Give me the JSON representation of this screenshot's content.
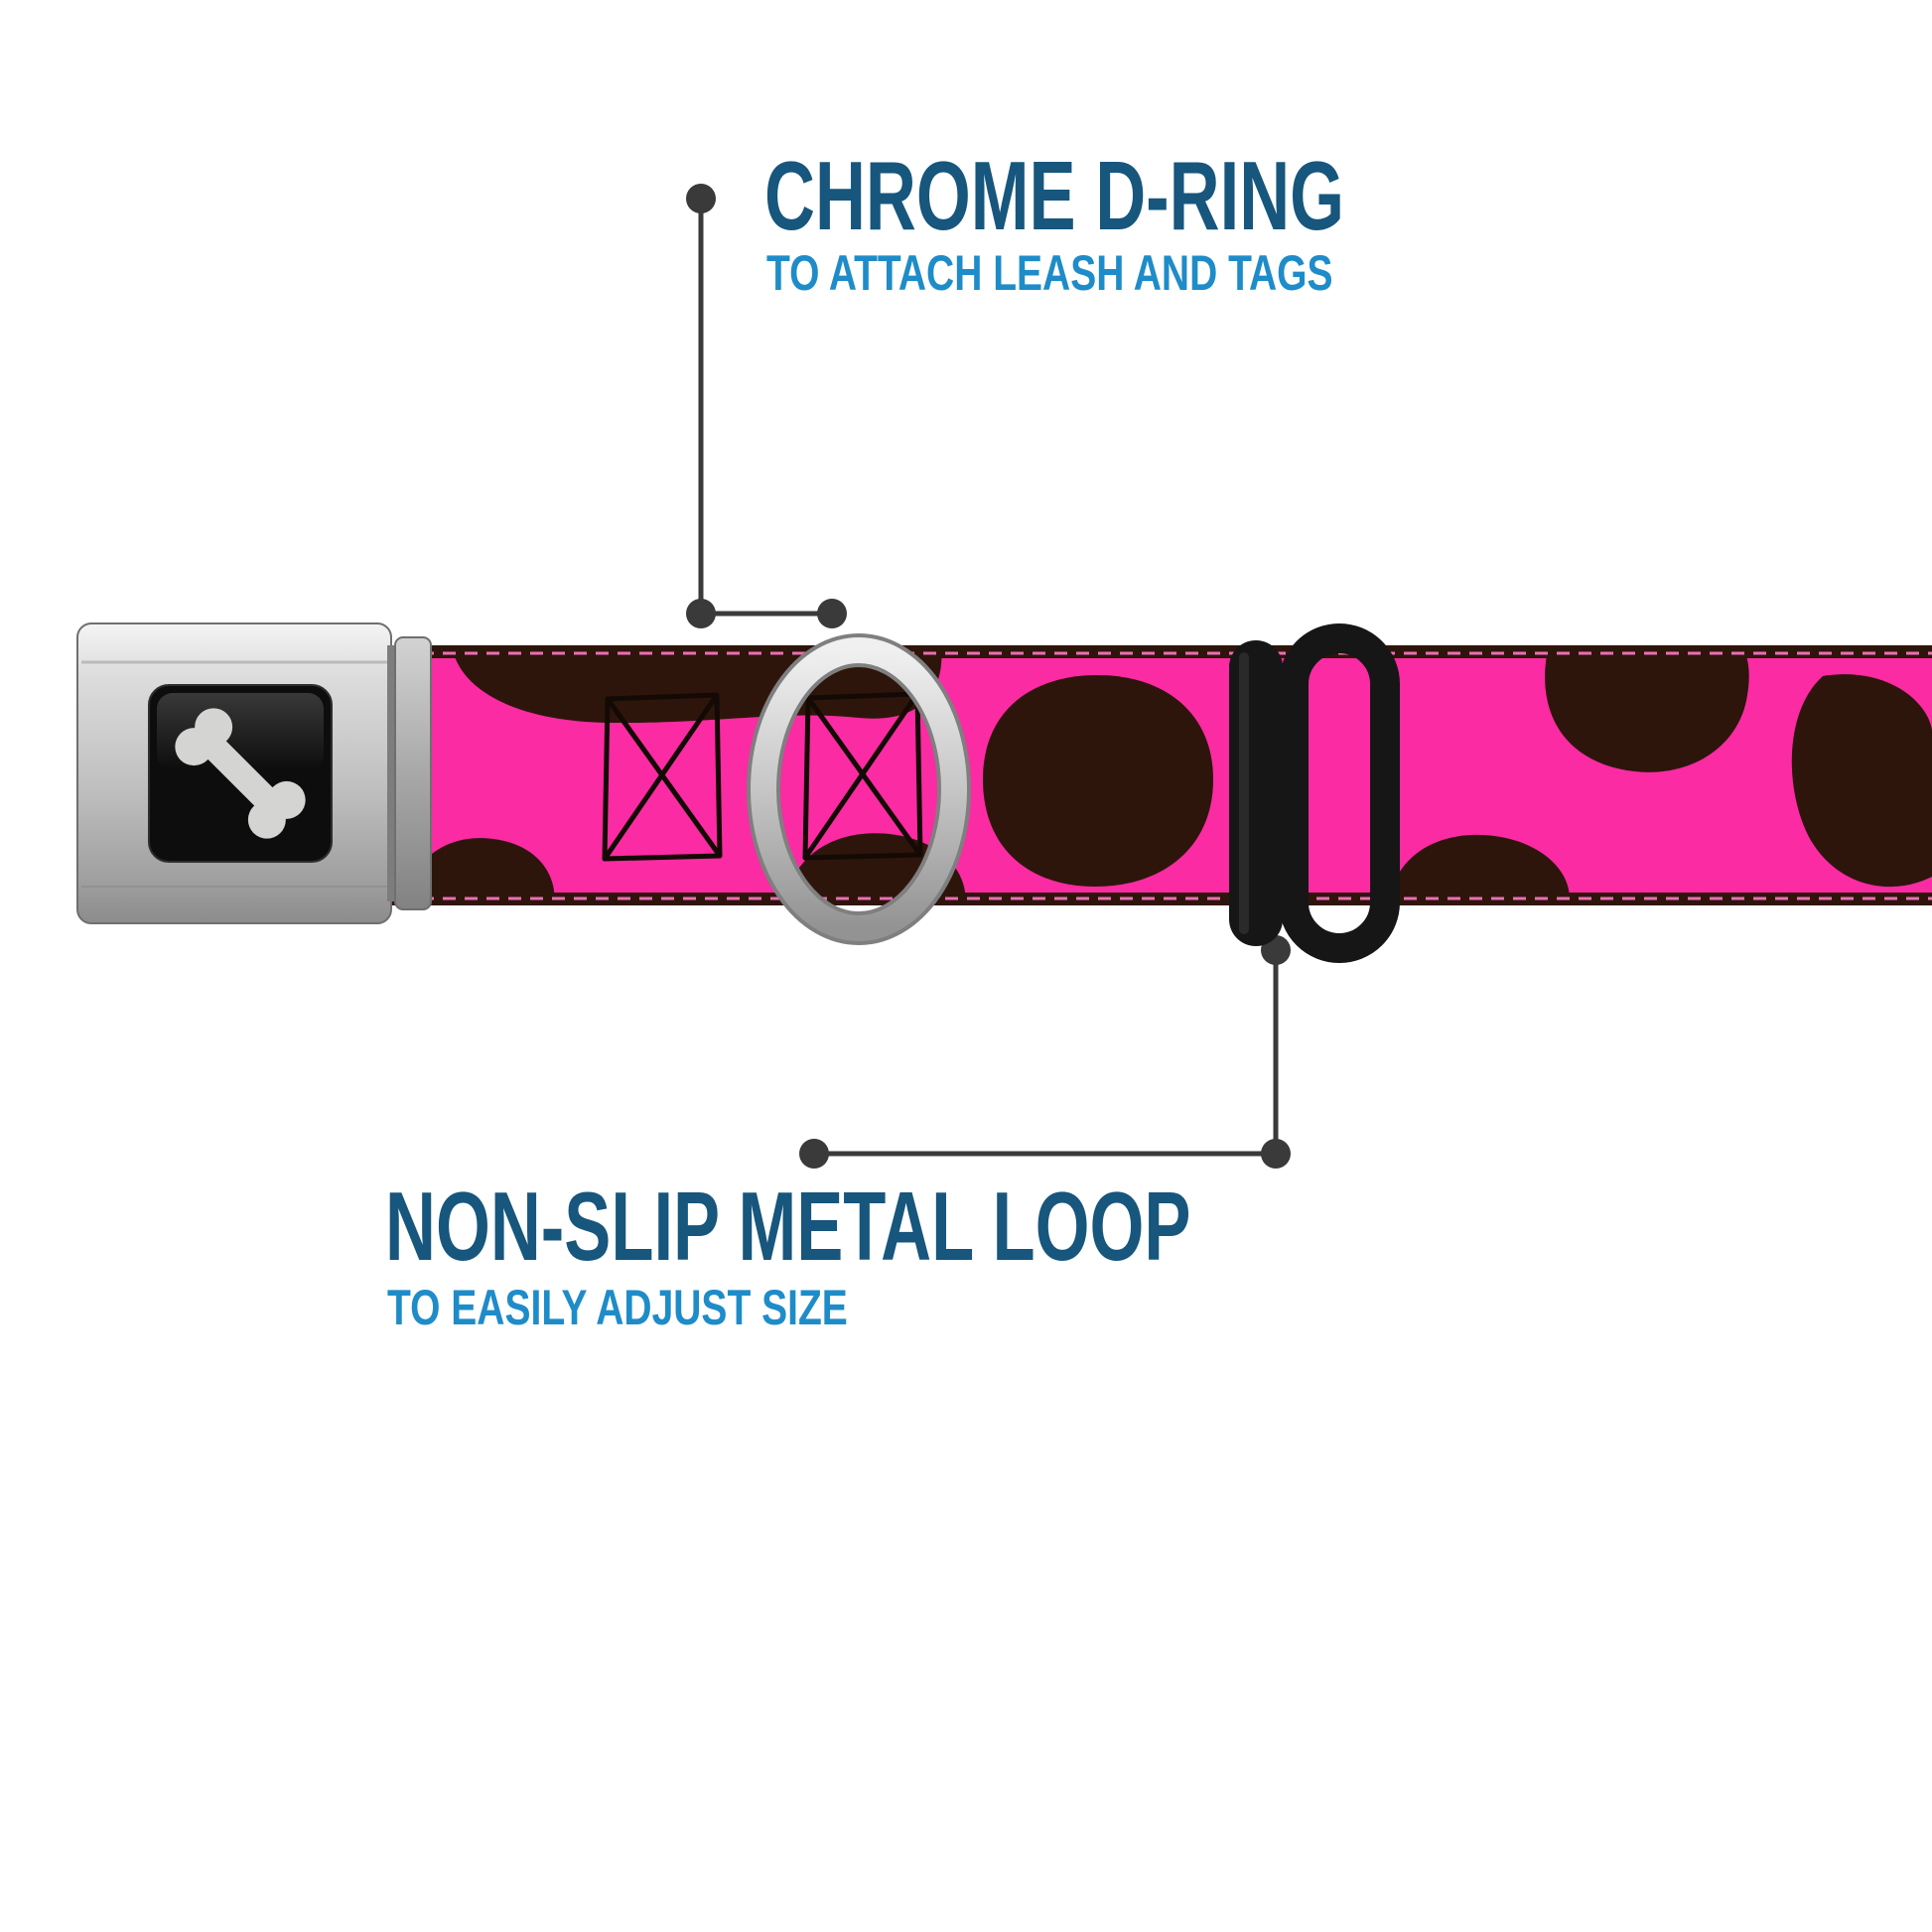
{
  "annotations": {
    "dring": {
      "title": "CHROME D-RING",
      "subtitle": "TO ATTACH LEASH AND TAGS"
    },
    "loop": {
      "title": "NON-SLIP METAL LOOP",
      "subtitle": "TO EASILY ADJUST SIZE"
    }
  },
  "collar": {
    "buckle_icon": "dog-bone-icon",
    "pattern": "pink with brown giraffe spots"
  },
  "colors": {
    "heading": "#17567d",
    "subheading": "#1e8cc8",
    "leader": "#3a3a3a",
    "collar_pink": "#fb2ba3",
    "pattern_brown": "#2e150b",
    "stitch_pink": "#ff79c7",
    "slider_black": "#161616"
  }
}
